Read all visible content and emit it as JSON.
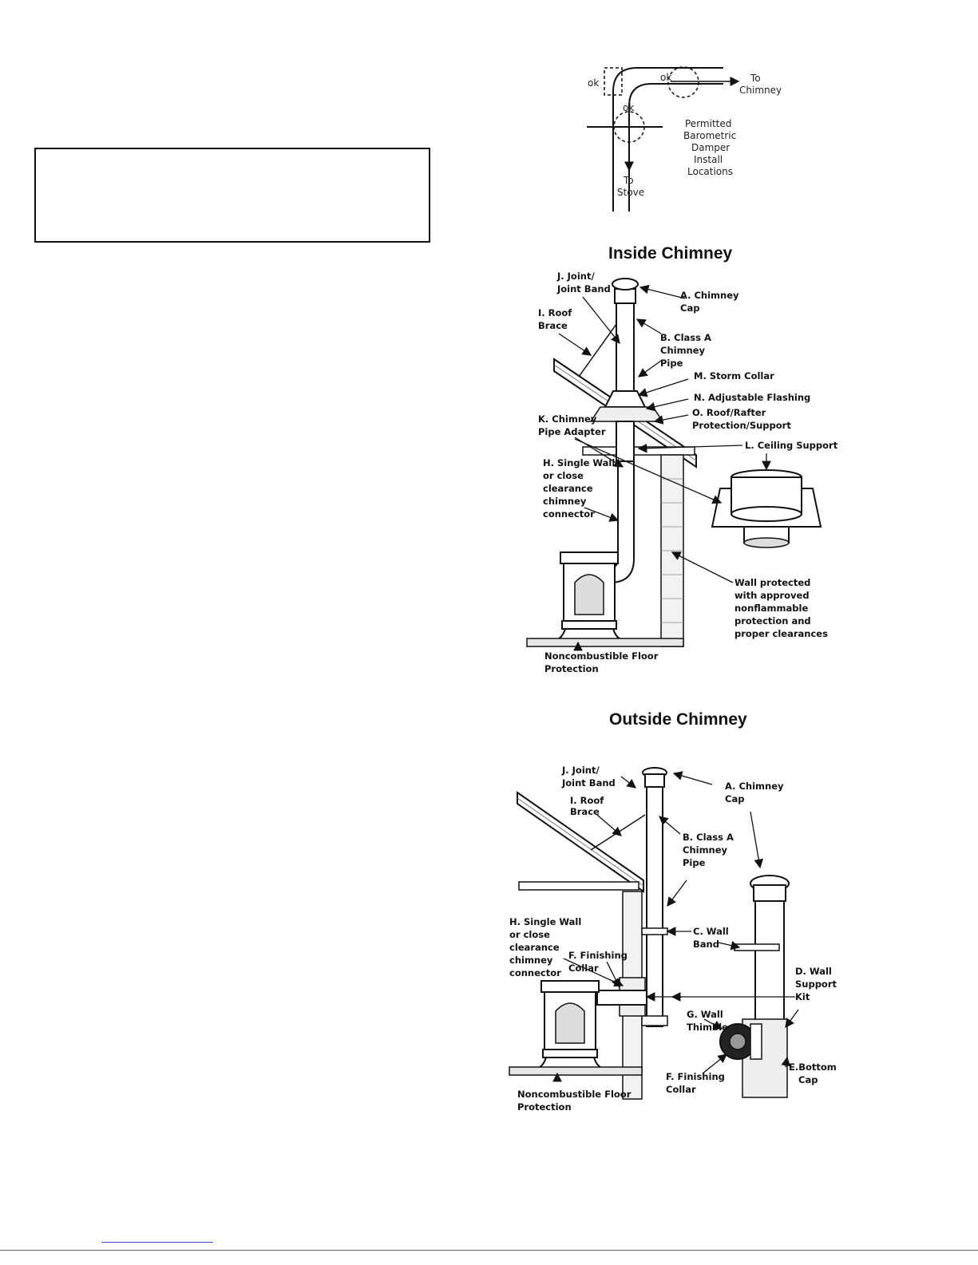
{
  "damper_diagram": {
    "ok_left": "ok",
    "ok_top": "ok",
    "ok_bottom": "ok",
    "to_chimney": [
      "To",
      "Chimney"
    ],
    "to_stove": [
      "To",
      "Stove"
    ],
    "caption": [
      "Permitted",
      "Barometric",
      "Damper",
      "Install",
      "Locations"
    ]
  },
  "inside_chimney": {
    "title": "Inside Chimney",
    "labels": {
      "J": [
        "J. Joint/",
        "Joint Band"
      ],
      "A": [
        "A. Chimney",
        "Cap"
      ],
      "I": [
        "I. Roof",
        "Brace"
      ],
      "B": [
        "B. Class A",
        "Chimney",
        "Pipe"
      ],
      "M": [
        "M. Storm Collar"
      ],
      "N": [
        "N. Adjustable Flashing"
      ],
      "O": [
        "O. Roof/Rafter",
        "Protection/Support"
      ],
      "K": [
        "K. Chimney",
        "Pipe Adapter"
      ],
      "L": [
        "L. Ceiling Support"
      ],
      "H": [
        "H. Single Wall",
        "or close",
        "clearance",
        "chimney",
        "connector"
      ],
      "wall": [
        "Wall protected",
        "with approved",
        "nonflammable",
        "protection and",
        "proper clearances"
      ],
      "floor": [
        "Noncombustible Floor",
        "Protection"
      ]
    }
  },
  "outside_chimney": {
    "title": "Outside Chimney",
    "labels": {
      "J": [
        "J. Joint/",
        "Joint Band"
      ],
      "A": [
        "A. Chimney",
        "Cap"
      ],
      "I": [
        "I. Roof",
        "Brace"
      ],
      "B": [
        "B. Class A",
        "Chimney",
        "Pipe"
      ],
      "C": [
        "C. Wall",
        "Band"
      ],
      "D": [
        "D. Wall",
        "Support",
        "Kit"
      ],
      "H": [
        "H. Single Wall",
        "or close",
        "clearance",
        "chimney",
        "connector"
      ],
      "F1": [
        "F. Finishing",
        "Collar"
      ],
      "G": [
        "G. Wall",
        "Thimble"
      ],
      "F2": [
        "F. Finishing",
        "Collar"
      ],
      "E": [
        "E.Bottom",
        "Cap"
      ],
      "floor": [
        "Noncombustible Floor",
        "Protection"
      ]
    }
  }
}
